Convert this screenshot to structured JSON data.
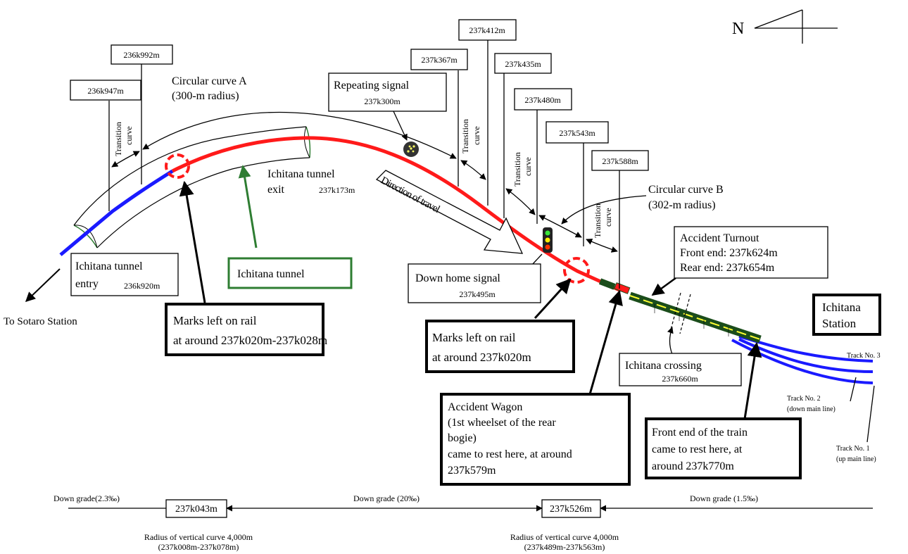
{
  "compass": {
    "label": "N"
  },
  "km_posts": {
    "p236k947": "236k947m",
    "p236k992": "236k992m",
    "p237k367": "237k367m",
    "p237k412": "237k412m",
    "p237k435": "237k435m",
    "p237k480": "237k480m",
    "p237k543": "237k543m",
    "p237k588": "237k588m"
  },
  "curve_a": {
    "line1": "Circular curve A",
    "line2": "(300-m radius)"
  },
  "curve_b": {
    "line1": "Circular curve B",
    "line2": "(302-m radius)"
  },
  "transition_curve": {
    "line1": "Transition",
    "line2": "curve"
  },
  "repeating_signal": {
    "title": "Repeating signal",
    "km": "237k300m"
  },
  "tunnel_exit": {
    "line1": "Ichitana tunnel",
    "line2": "exit",
    "km": "237k173m"
  },
  "tunnel_entry": {
    "line1": "Ichitana tunnel",
    "line2": "entry",
    "km": "236k920m"
  },
  "tunnel_label": "Ichitana tunnel",
  "direction_of_travel": "Direction of travel",
  "to_sotaro": "To Sotaro Station",
  "marks_1": {
    "line1": "Marks left on rail",
    "line2": "at around 237k020m-237k028m"
  },
  "marks_2": {
    "line1": "Marks left on rail",
    "line2": "at around 237k020m"
  },
  "down_home_signal": {
    "title": "Down home signal",
    "km": "237k495m"
  },
  "turnout": {
    "line1": "Accident Turnout",
    "line2": "Front end: 237k624m",
    "line3": "Rear end: 237k654m"
  },
  "station": {
    "line1": "Ichitana",
    "line2": "Station"
  },
  "crossing": {
    "title": "Ichitana crossing",
    "km": "237k660m"
  },
  "wagon": {
    "line1": "Accident Wagon",
    "line2": "(1st wheelset of the rear",
    "line3": "bogie)",
    "line4": "came to rest here, at around",
    "line5": "237k579m"
  },
  "front_end": {
    "line1": "Front end of the train",
    "line2": "came to rest here, at",
    "line3": "around 237k770m"
  },
  "tracks": {
    "t3": "Track No. 3",
    "t2_line1": "Track No. 2",
    "t2_line2": "(down main line)",
    "t1_line1": "Track No. 1",
    "t1_line2": "(up main line)"
  },
  "grade": {
    "g1": "Down grade(2.3‰)",
    "g2": "Down grade (20‰)",
    "g3": "Down grade (1.5‰)",
    "k1": "237k043m",
    "k2": "237k526m",
    "vc1_line1": "Radius of vertical curve 4,000m",
    "vc1_line2": "(237k008m-237k078m)",
    "vc2_line1": "Radius of vertical curve 4,000m",
    "vc2_line2": "(237k489m-237k563m)"
  },
  "colors": {
    "red_track": "#ff1a1a",
    "blue_track": "#1a1aff",
    "tunnel_green": "#2e7d32",
    "train_car": "#1b4d1b",
    "car_stripe": "#ffff33"
  }
}
